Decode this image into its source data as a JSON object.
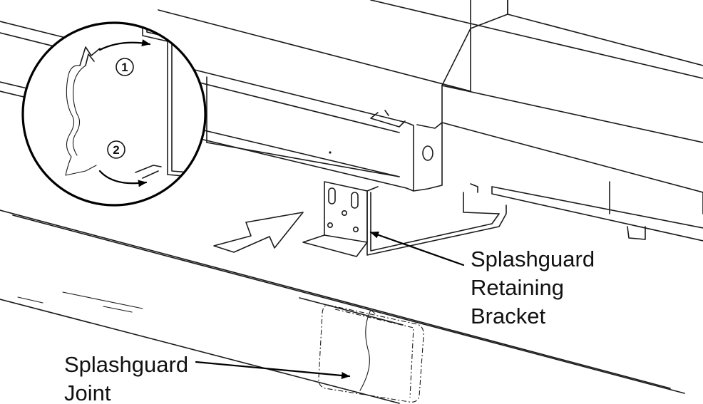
{
  "labels": {
    "bracket_line1": "Splashguard",
    "bracket_line2": "Retaining",
    "bracket_line3": "Bracket",
    "joint_line1": "Splashguard",
    "joint_line2": "Joint"
  },
  "steps": {
    "step1": "1",
    "step2": "2"
  }
}
